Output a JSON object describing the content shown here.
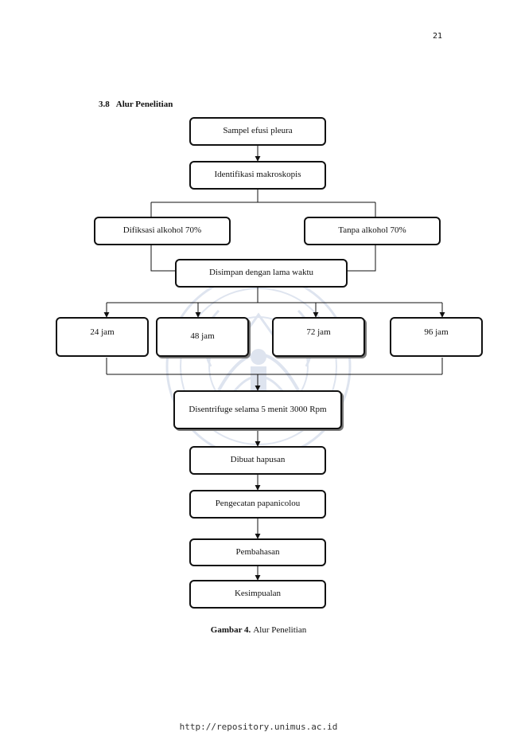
{
  "page": {
    "number": "21",
    "section_number": "3.8",
    "section_title": "Alur Penelitian",
    "footer_url": "http://repository.unimus.ac.id"
  },
  "flowchart": {
    "sample": "Sampel efusi pleura",
    "identification": "Identifikasi makroskopis",
    "fixed": "Difiksasi alkohol 70%",
    "unfixed": "Tanpa alkohol 70%",
    "storage": "Disimpan dengan lama waktu",
    "durations": [
      "24 jam",
      "48 jam",
      "72 jam",
      "96 jam"
    ],
    "centrifuge": "Disentrifuge selama 5 menit 3000 Rpm",
    "smear": "Dibuat hapusan",
    "staining": "Pengecatan papanicolou",
    "discussion": "Pembahasan",
    "conclusion": "Kesimpualan"
  },
  "caption": {
    "label": "Gambar 4.",
    "text": "Alur Penelitian"
  },
  "style": {
    "line_color": "#111111",
    "watermark_color": "#3a5fa0"
  }
}
